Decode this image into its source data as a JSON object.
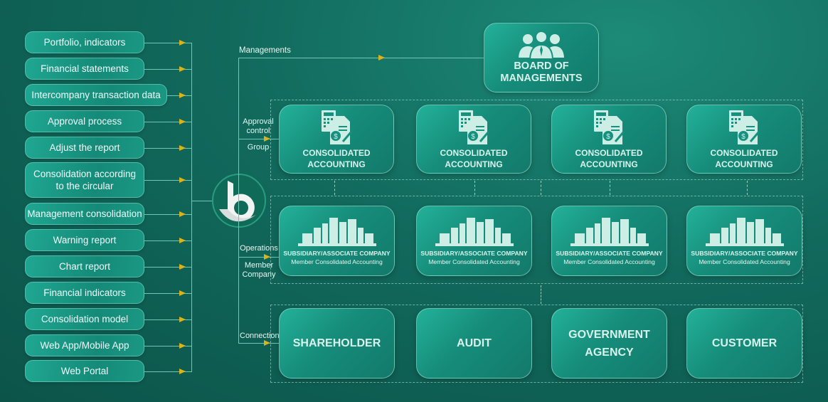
{
  "features": [
    "Portfolio, indicators",
    "Financial statements",
    "Intercompany transaction data",
    "Approval process",
    "Adjust the report",
    "Consolidation according to the circular",
    "Management consolidation",
    "Warning report",
    "Chart report",
    "Financial indicators",
    "Consolidation model",
    "Web App/Mobile App",
    "Web Portal"
  ],
  "logo": {
    "letter": "b"
  },
  "flow_labels": {
    "managements": "Managements",
    "approval": "Approval control",
    "group": "Group",
    "operations": "Operations",
    "member": "Member Company",
    "connection": "Connection"
  },
  "board": {
    "icon": "people-icon",
    "title": "BOARD OF MANAGEMENTS"
  },
  "group_row": [
    {
      "icon": "calculator-document-icon",
      "title": "CONSOLIDATED ACCOUNTING"
    },
    {
      "icon": "calculator-document-icon",
      "title": "CONSOLIDATED ACCOUNTING"
    },
    {
      "icon": "calculator-document-icon",
      "title": "CONSOLIDATED ACCOUNTING"
    },
    {
      "icon": "calculator-document-icon",
      "title": "CONSOLIDATED ACCOUNTING"
    }
  ],
  "member_row": [
    {
      "icon": "city-buildings-icon",
      "title": "SUBSIDIARY/ASSOCIATE COMPANY",
      "subtitle": "Member Consolidated Accounting"
    },
    {
      "icon": "city-buildings-icon",
      "title": "SUBSIDIARY/ASSOCIATE COMPANY",
      "subtitle": "Member Consolidated Accounting"
    },
    {
      "icon": "city-buildings-icon",
      "title": "SUBSIDIARY/ASSOCIATE COMPANY",
      "subtitle": "Member Consolidated Accounting"
    },
    {
      "icon": "city-buildings-icon",
      "title": "SUBSIDIARY/ASSOCIATE COMPANY",
      "subtitle": "Member Consolidated Accounting"
    }
  ],
  "connection_row": [
    "SHAREHOLDER",
    "AUDIT",
    "GOVERNMENT AGENCY",
    "CUSTOMER"
  ],
  "colors": {
    "arrow": "#d9b21c",
    "line": "#6fc7b3"
  }
}
